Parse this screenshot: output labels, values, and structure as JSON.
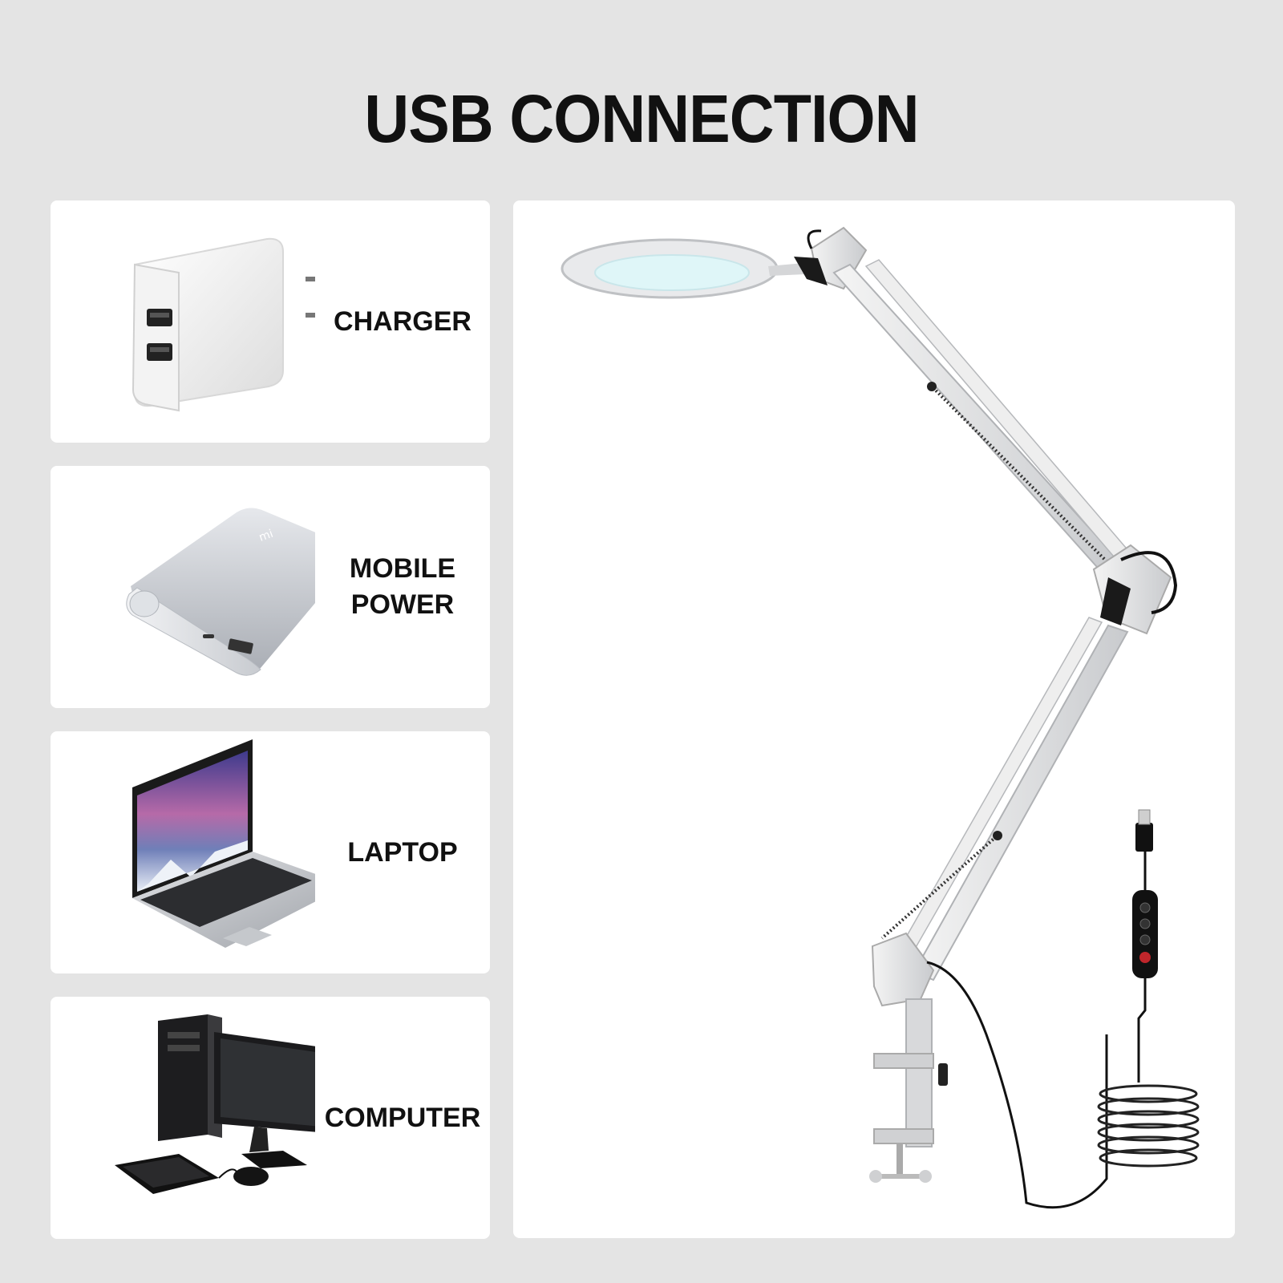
{
  "title": "USB CONNECTION",
  "items": [
    {
      "label": "CHARGER",
      "icon": "wall-charger-icon"
    },
    {
      "label": "MOBILE\nPOWER",
      "icon": "power-bank-icon"
    },
    {
      "label": "LAPTOP",
      "icon": "laptop-icon"
    },
    {
      "label": "COMPUTER",
      "icon": "desktop-computer-icon"
    }
  ],
  "product": {
    "icon": "desk-lamp-icon"
  },
  "colors": {
    "background": "#e4e4e4",
    "card": "#ffffff",
    "text": "#111111",
    "lamp_light": "#dff6f8"
  }
}
